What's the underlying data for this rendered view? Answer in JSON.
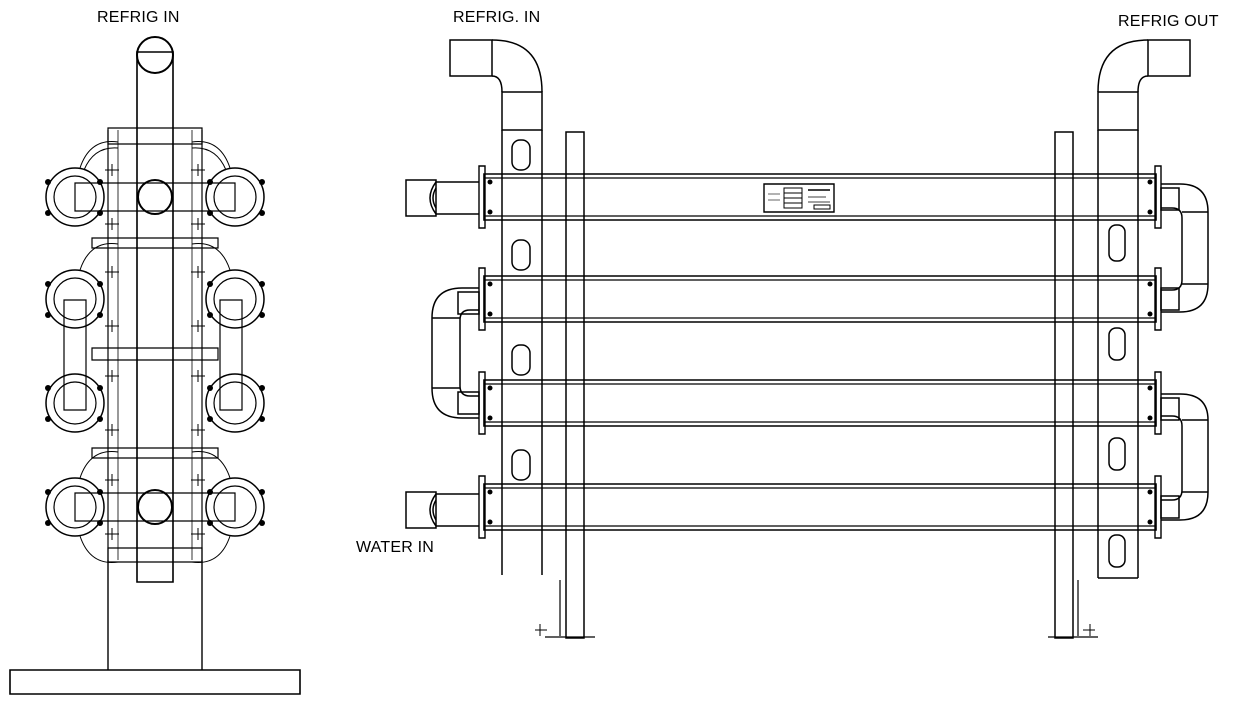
{
  "labels": {
    "side_refrig_in": "REFRIG IN",
    "front_refrig_in": "REFRIG. IN",
    "front_refrig_out": "REFRIG OUT",
    "water_in": "WATER IN"
  },
  "colors": {
    "line": "#000000",
    "background": "#ffffff"
  }
}
